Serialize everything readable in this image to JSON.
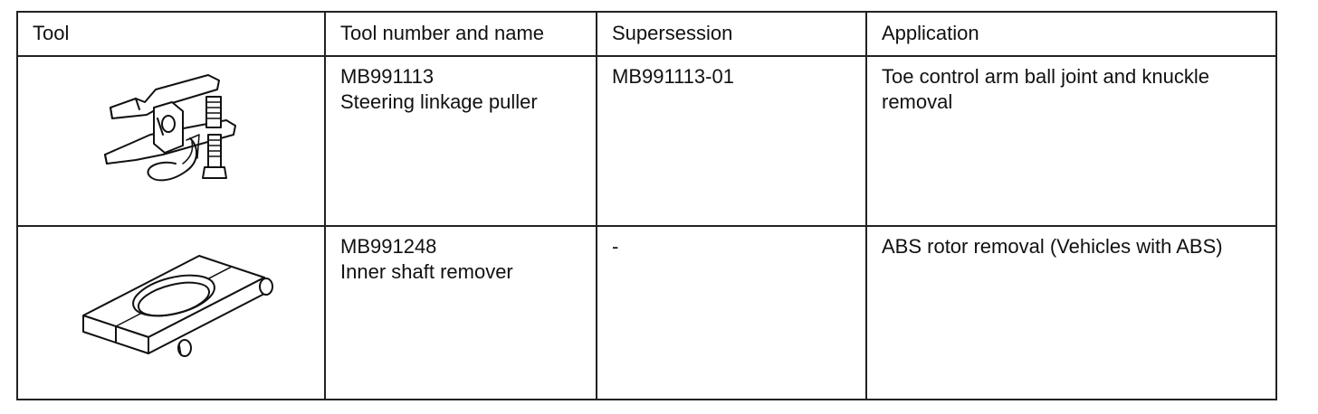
{
  "table": {
    "headers": {
      "tool": "Tool",
      "tool_number_and_name": "Tool number and name",
      "supersession": "Supersession",
      "application": "Application"
    },
    "rows": [
      {
        "tool_icon": "steering-linkage-puller-icon",
        "tool_number": "MB991113",
        "tool_name": "Steering linkage puller",
        "supersession": "MB991113-01",
        "application": "Toe control arm ball joint and knuckle removal"
      },
      {
        "tool_icon": "inner-shaft-remover-icon",
        "tool_number": "MB991248",
        "tool_name": "Inner shaft remover",
        "supersession": "-",
        "application": "ABS rotor removal (Vehicles with ABS)"
      }
    ]
  }
}
